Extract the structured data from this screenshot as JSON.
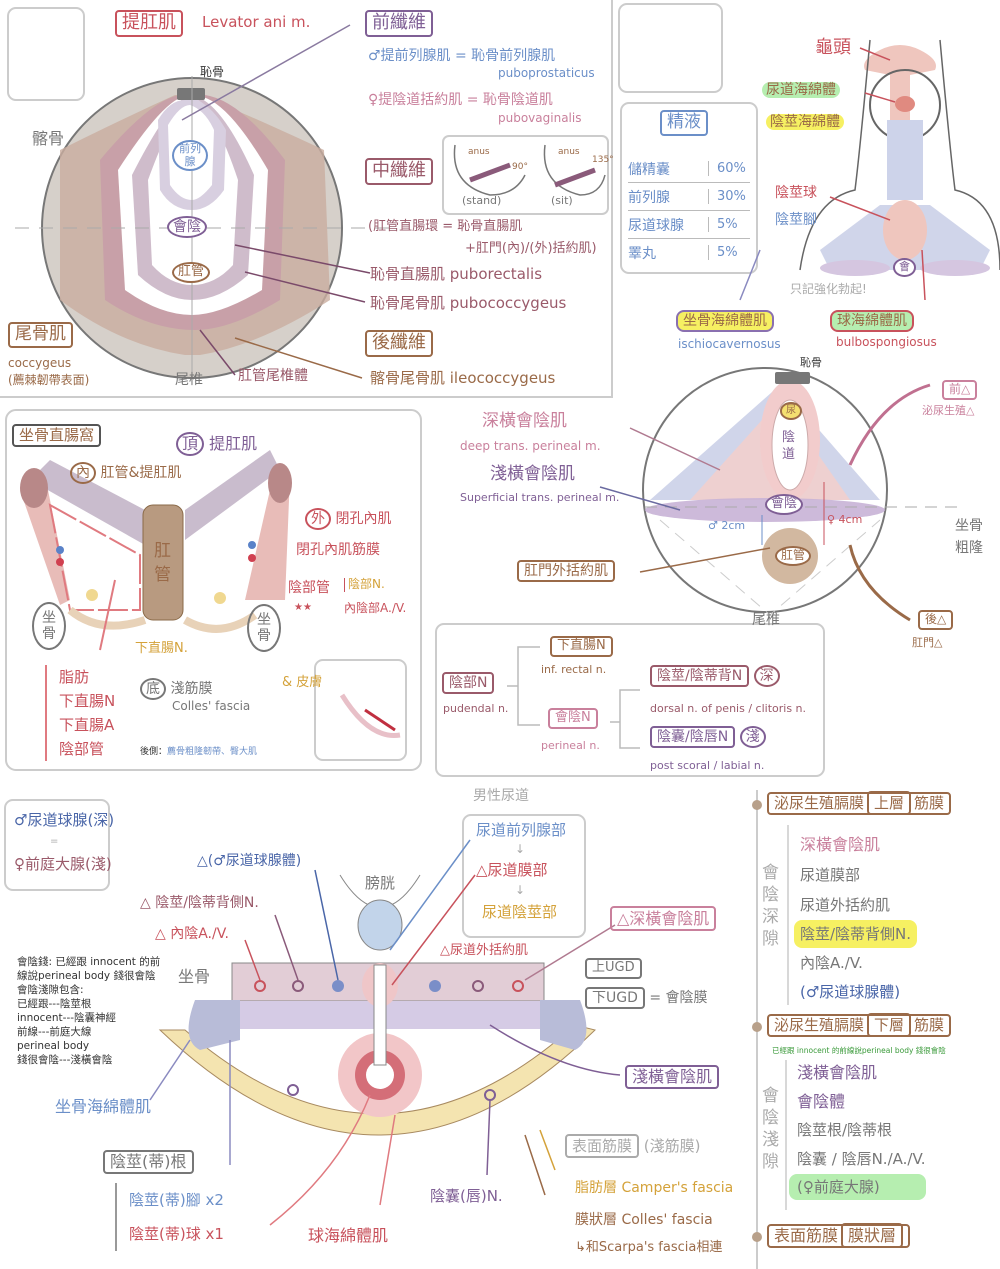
{
  "levator": {
    "title": "提肛肌",
    "title_en": "Levator ani m.",
    "pubis": "恥骨",
    "ilium": "髂骨",
    "coccyx": "尾椎",
    "coccygeus": "尾骨肌",
    "coccygeus_en": "coccygeus",
    "coccygeus_note": "(薦棘韌帶表面)",
    "prostate": "前列腺",
    "perineum": "會陰",
    "anal_canal": "肛管",
    "anococcygeal": "肛管尾椎體",
    "anterior": {
      "title": "前纖維",
      "male": "♂提前列腺肌 = 恥骨前列腺肌",
      "male_en": "puboprostaticus",
      "female": "♀提陰道括約肌 = 恥骨陰道肌",
      "female_en": "pubovaginalis"
    },
    "middle": {
      "title": "中纖維",
      "anus": "anus",
      "angle_stand": "90°",
      "angle_sit": "135°",
      "stand": "(stand)",
      "sit": "(sit)",
      "ring_1": "(肛管直腸環 = 恥骨直腸肌",
      "ring_2": "+肛門(內)/(外)括約肌)",
      "puborectalis": "恥骨直腸肌 puborectalis",
      "pubococcygeus": "恥骨尾骨肌 pubococcygeus"
    },
    "posterior": {
      "title": "後纖維",
      "iliococcygeus": "髂骨尾骨肌 ileococcygeus"
    }
  },
  "semen": {
    "title": "精液",
    "rows": [
      {
        "name": "儲精囊",
        "pct": "60%"
      },
      {
        "name": "前列腺",
        "pct": "30%"
      },
      {
        "name": "尿道球腺",
        "pct": "5%"
      },
      {
        "name": "睪丸",
        "pct": "5%"
      }
    ]
  },
  "penis": {
    "glans": "龜頭",
    "spongiosum": "尿道海綿體",
    "cavernosum": "陰莖海綿體",
    "bulb": "陰莖球",
    "crus": "陰莖腳",
    "perineum": "會",
    "note": "只記強化勃起!",
    "ischiocavernosus": "坐骨海綿體肌",
    "ischiocavernosus_en": "ischiocavernosus",
    "bulbospongiosus": "球海綿體肌",
    "bulbospongiosus_en": "bulbospongiosus"
  },
  "female_perineum": {
    "pubis": "恥骨",
    "urethra": "尿",
    "vagina": "陰道",
    "perineum": "會陰",
    "anal": "肛管",
    "deep_trans": "深橫會陰肌",
    "deep_trans_en": "deep trans. perineal m.",
    "sup_trans": "淺橫會陰肌",
    "sup_trans_en": "Superficial trans. perineal m.",
    "ext_sphincter": "肛門外括約肌",
    "male_dist": "♂ 2cm",
    "female_dist": "♀ 4cm",
    "ischial_tub_1": "坐骨",
    "ischial_tub_2": "粗隆",
    "coccyx": "尾椎",
    "ant_tri": "前△",
    "ant_tri_name": "泌尿生殖△",
    "post_tri": "後△",
    "post_tri_name": "肛門△"
  },
  "ischiorectal": {
    "title": "坐骨直腸窩",
    "roof_tag": "頂",
    "roof": "提肛肌",
    "medial_tag": "內",
    "medial": "肛管&提肛肌",
    "lateral_tag": "外",
    "lateral": "閉孔內肌",
    "lateral_fascia": "閉孔內肌筋膜",
    "pudendal_canal": "陰部管",
    "stars": "★★",
    "canal_n": "陰部N.",
    "canal_av": "內陰部A./V.",
    "anal": "肛管",
    "ischium": "坐骨",
    "inf_rectal_n": "下直腸N.",
    "floor_tag": "底",
    "floor": "淺筋膜",
    "floor_en": "Colles' fascia",
    "skin": "& 皮膚",
    "contents": [
      "脂肪",
      "下直腸N",
      "下直腸A",
      "陰部管"
    ],
    "posterior": "後側：",
    "posterior_items": "薦骨粗隆韌帶、臀大肌"
  },
  "pudendal": {
    "root": "陰部N",
    "root_en": "pudendal n.",
    "inf_rectal": "下直腸N",
    "inf_rectal_en": "inf. rectal n.",
    "perineal": "會陰N",
    "perineal_en": "perineal n.",
    "dorsal": "陰莖/陰蒂背N",
    "dorsal_tag": "深",
    "dorsal_en": "dorsal n. of penis / clitoris n.",
    "scrotal": "陰囊/陰唇N",
    "scrotal_tag": "淺",
    "scrotal_en": "post scoral / labial n."
  },
  "glands": {
    "male": "♂尿道球腺(深)",
    "eq": "=",
    "female": "♀前庭大腺(淺)"
  },
  "urethra": {
    "title": "男性尿道",
    "parts": [
      "尿道前列腺部",
      "△尿道膜部",
      "尿道陰莖部"
    ],
    "arrow": "↓"
  },
  "ug": {
    "bulbourethral": "△(♂尿道球腺體)",
    "dorsal_n": "△ 陰莖/陰蒂背側N.",
    "int_pud": "△ 內陰A./V.",
    "bladder": "膀胱",
    "ischium": "坐骨",
    "ext_sphincter": "△尿道外括約肌",
    "deep_trans": "△深橫會陰肌",
    "upper_ugd": "上UGD",
    "lower_ugd": "下UGD",
    "perineal_membrane": "= 會陰膜",
    "sup_trans": "淺橫會陰肌",
    "ischiocav": "坐骨海綿體肌",
    "root_title": "陰莖(蒂)根",
    "crus": "陰莖(蒂)腳 x2",
    "bulb": "陰莖(蒂)球 x1",
    "bulbospong": "球海綿體肌",
    "scrotal_n": "陰囊(唇)N.",
    "fascia_title": "表面筋膜",
    "fascia_sub": "(淺筋膜)",
    "fatty": "脂肪層 Camper's fascia",
    "membranous": "膜狀層 Colles' fascia",
    "scarpa": "↳和Scarpa's fascia相連"
  },
  "notes": [
    "會陰錢: 已經跟 innocent 的前",
    "線說perineal body 錢很會陰",
    "會陰淺隙包含:",
    "已經跟---陰莖根",
    "innocent---陰囊神經",
    "前線---前庭大線",
    "perineal body",
    "錢很會陰---淺橫會陰"
  ],
  "layers": {
    "upper": {
      "a": "泌尿生殖膈膜",
      "b": "上層",
      "c": "筋膜"
    },
    "deep_space": "會陰深隙",
    "deep_items": [
      "深橫會陰肌",
      "尿道膜部",
      "尿道外括約肌",
      "陰莖/陰蒂背側N.",
      "內陰A./V.",
      "(♂尿道球腺體)"
    ],
    "lower": {
      "a": "泌尿生殖膈膜",
      "b": "下層",
      "c": "筋膜"
    },
    "mnemonic": "已經跟 innocent 的前線說perineal body 錢很會陰",
    "sup_space": "會陰淺隙",
    "sup_items": [
      "淺橫會陰肌",
      "會陰體",
      "陰莖根/陰蒂根",
      "陰囊 / 陰唇N./A./V.",
      "(♀前庭大腺)"
    ],
    "fascia": {
      "a": "表面筋膜",
      "b": "膜狀層"
    }
  },
  "colors": {
    "red": "#c8525c",
    "purple": "#7f5f95",
    "blue": "#6b8fc8",
    "brown": "#9a6a48",
    "yellow_highlight": "#f6f062",
    "green_highlight": "#b6eeb0"
  }
}
